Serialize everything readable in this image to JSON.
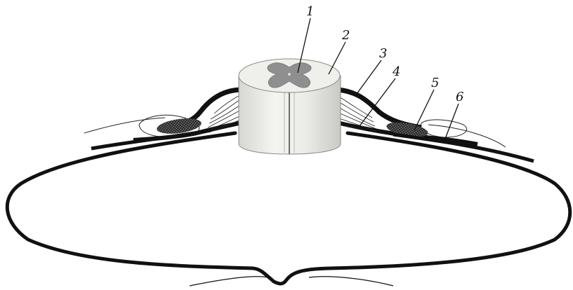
{
  "colors": {
    "ink": "#111111",
    "cord_white_matter": "#e9e9e6",
    "cord_gray_matter": "#8f8f8f",
    "background": "#ffffff"
  },
  "callouts": [
    {
      "id": "1",
      "label": "1"
    },
    {
      "id": "2",
      "label": "2"
    },
    {
      "id": "3",
      "label": "3"
    },
    {
      "id": "4",
      "label": "4"
    },
    {
      "id": "5",
      "label": "5"
    },
    {
      "id": "6",
      "label": "6"
    }
  ]
}
